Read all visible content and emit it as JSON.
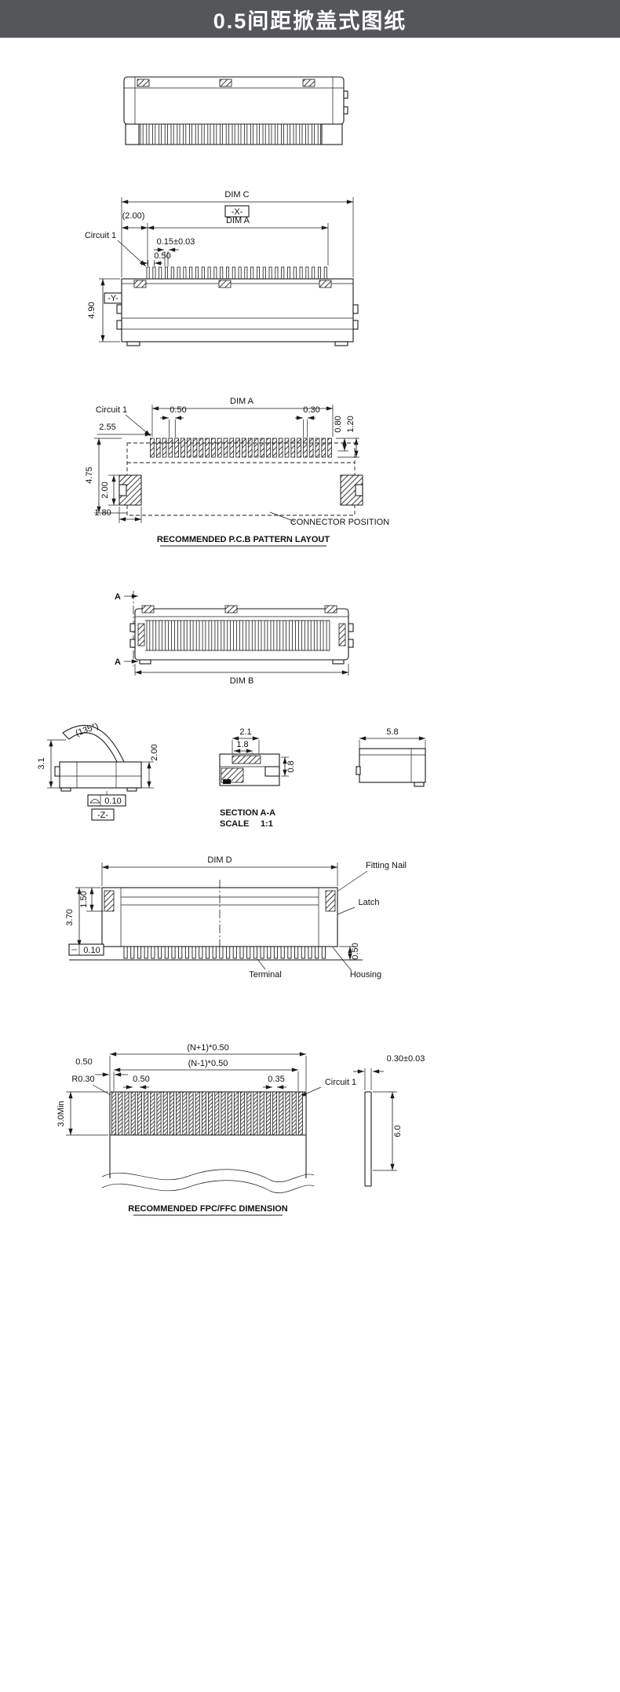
{
  "header": {
    "title": "0.5间距掀盖式图纸",
    "background_color": "#55565A",
    "text_color": "#FFFFFF"
  },
  "views": {
    "top_view": {
      "dim_c": "DIM C",
      "x_datum": "-X-",
      "dim_a": "DIM A",
      "edge_offset": "(2.00)",
      "circuit1": "Circuit 1",
      "pin_width": "0.15±0.03",
      "pitch": "0.50",
      "height": "4.90",
      "y_datum": "-Y-"
    },
    "pcb_layout": {
      "dim_a": "DIM A",
      "circuit1": "Circuit 1",
      "pitch": "0.50",
      "pad_width": "0.30",
      "pad_back": "0.80",
      "pad_length": "1.20",
      "edge_to_pad": "2.55",
      "depth": "4.75",
      "side_pad_height": "2.00",
      "side_pad_width": "1.80",
      "connector_position": "CONNECTOR POSITION",
      "caption": "RECOMMENDED P.C.B PATTERN LAYOUT"
    },
    "section_top_view": {
      "section_a_top": "A",
      "section_a_bottom": "A",
      "dim_b": "DIM B"
    },
    "side_views": {
      "open_angle": "(135°)",
      "open_height": "3.1",
      "closed_height": "2.00",
      "flatness": "0.10",
      "z_datum": "-Z-",
      "slot_width": "2.1",
      "slot_inner": "1.8",
      "slot_height": "0.8",
      "section_title": "SECTION A-A",
      "scale_label": "SCALE",
      "scale_value": "1:1",
      "body_depth": "5.8"
    },
    "cross_section": {
      "dim_d": "DIM D",
      "fitting_nail": "Fitting Nail",
      "latch": "Latch",
      "height": "3.70",
      "cover": "1.50",
      "lead": "0.50",
      "coplanarity": "0.10",
      "terminal": "Terminal",
      "housing": "Housing"
    },
    "fpc": {
      "overall_width": "(N+1)*0.50",
      "conductor_span": "(N-1)*0.50",
      "edge_margin": "0.50",
      "corner_radius": "R0.30",
      "pitch": "0.50",
      "conductor_width": "0.35",
      "circuit1": "Circuit 1",
      "exposed_length": "3.0Min",
      "thickness": "0.30±0.03",
      "stiffener_length": "6.0",
      "caption": "RECOMMENDED FPC/FFC DIMENSION"
    }
  }
}
